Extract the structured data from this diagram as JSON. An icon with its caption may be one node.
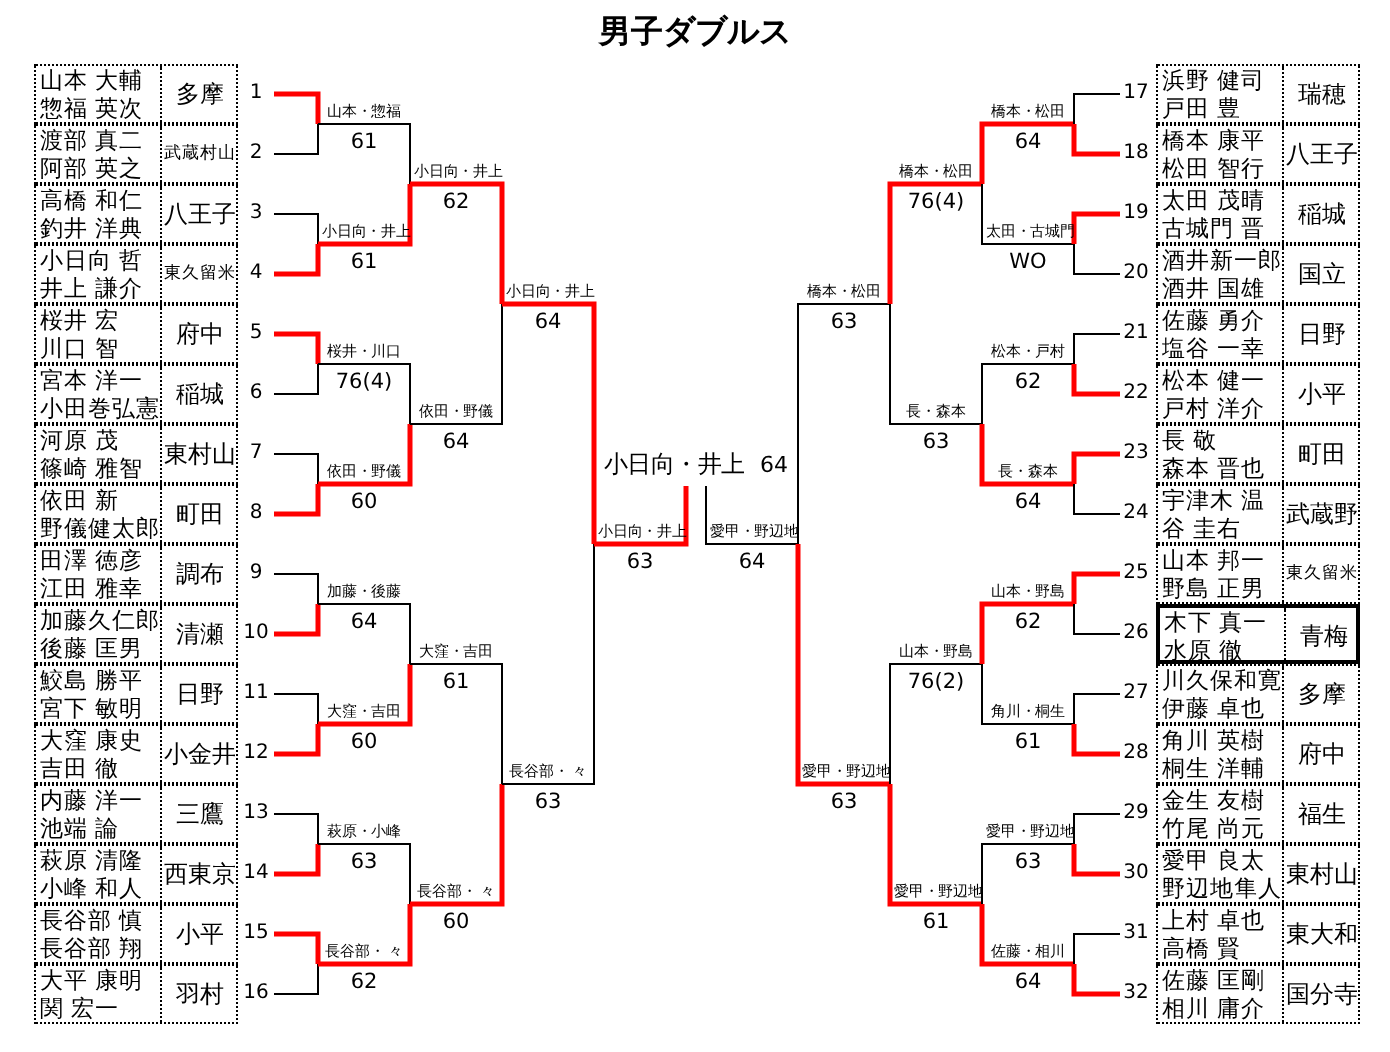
{
  "diagram": {
    "title": "男子ダブルス",
    "nodes": [
      {
        "text": [
          "山本 大輔",
          "惣福 英次",
          "多摩"
        ],
        "beside": [
          "1"
        ]
      },
      {
        "text": [
          "渡部 真二",
          "阿部 英之",
          "武蔵村山"
        ],
        "beside": [
          "2"
        ]
      },
      {
        "text": [
          "高橋 和仁",
          "釣井 洋典",
          "八王子"
        ],
        "beside": [
          "3"
        ]
      },
      {
        "text": [
          "小日向 哲",
          "井上 謙介",
          "東久留米"
        ],
        "beside": [
          "4"
        ]
      },
      {
        "text": [
          "桜井 宏",
          "川口 智",
          "府中"
        ],
        "beside": [
          "5"
        ]
      },
      {
        "text": [
          "宮本 洋一",
          "小田巻弘憲",
          "稲城"
        ],
        "beside": [
          "6"
        ]
      },
      {
        "text": [
          "河原 茂",
          "篠崎 雅智",
          "東村山"
        ],
        "beside": [
          "7"
        ]
      },
      {
        "text": [
          "依田 新",
          "野儀健太郎",
          "町田"
        ],
        "beside": [
          "8"
        ]
      },
      {
        "text": [
          "田澤 徳彦",
          "江田 雅幸",
          "調布"
        ],
        "beside": [
          "9"
        ]
      },
      {
        "text": [
          "加藤久仁郎",
          "後藤 匡男",
          "清瀬"
        ],
        "beside": [
          "10"
        ]
      },
      {
        "text": [
          "鮫島 勝平",
          "宮下 敏明",
          "日野"
        ],
        "beside": [
          "11"
        ]
      },
      {
        "text": [
          "大窪 康史",
          "吉田 徹",
          "小金井"
        ],
        "beside": [
          "12"
        ]
      },
      {
        "text": [
          "内藤 洋一",
          "池端 論",
          "三鷹"
        ],
        "beside": [
          "13"
        ]
      },
      {
        "text": [
          "萩原 清隆",
          "小峰 和人",
          "西東京"
        ],
        "beside": [
          "14"
        ]
      },
      {
        "text": [
          "長谷部 慎",
          "長谷部 翔",
          "小平"
        ],
        "beside": [
          "15"
        ]
      },
      {
        "text": [
          "大平 康明",
          "関 宏一",
          "羽村"
        ],
        "beside": [
          "16"
        ]
      },
      {
        "text": [
          "浜野 健司",
          "戸田 豊",
          "瑞穂"
        ],
        "beside": [
          "17"
        ]
      },
      {
        "text": [
          "橋本 康平",
          "松田 智行",
          "八王子"
        ],
        "beside": [
          "18"
        ]
      },
      {
        "text": [
          "太田 茂晴",
          "古城門 晋",
          "稲城"
        ],
        "beside": [
          "19"
        ]
      },
      {
        "text": [
          "酒井新一郎",
          "酒井 国雄",
          "国立"
        ],
        "beside": [
          "20"
        ]
      },
      {
        "text": [
          "佐藤 勇介",
          "塩谷 一幸",
          "日野"
        ],
        "beside": [
          "21"
        ]
      },
      {
        "text": [
          "松本 健一",
          "戸村 洋介",
          "小平"
        ],
        "beside": [
          "22"
        ]
      },
      {
        "text": [
          "長 敬",
          "森本 晋也",
          "町田"
        ],
        "beside": [
          "23"
        ]
      },
      {
        "text": [
          "宇津木 温",
          "谷 圭右",
          "武蔵野"
        ],
        "beside": [
          "24"
        ]
      },
      {
        "text": [
          "山本 邦一",
          "野島 正男",
          "東久留米"
        ],
        "beside": [
          "25"
        ]
      },
      {
        "text": [
          "木下 真一",
          "水原 徹",
          "青梅"
        ],
        "beside": [
          "26"
        ]
      },
      {
        "text": [
          "川久保和寛",
          "伊藤 卓也",
          "多摩"
        ],
        "beside": [
          "27"
        ]
      },
      {
        "text": [
          "角川 英樹",
          "桐生 洋輔",
          "府中"
        ],
        "beside": [
          "28"
        ]
      },
      {
        "text": [
          "金生 友樹",
          "竹尾 尚元",
          "福生"
        ],
        "beside": [
          "29"
        ]
      },
      {
        "text": [
          "愛甲 良太",
          "野辺地隼人",
          "東村山"
        ],
        "beside": [
          "30"
        ]
      },
      {
        "text": [
          "上村 卓也",
          "高橋 賢",
          "東大和"
        ],
        "beside": [
          "31"
        ]
      },
      {
        "text": [
          "佐藤 匡剛",
          "相川 庸介",
          "国分寺"
        ],
        "beside": [
          "32"
        ]
      },
      {
        "text": [
          "山本・惣福",
          "61"
        ]
      },
      {
        "text": [
          "小日向・井上",
          "61"
        ]
      },
      {
        "text": [
          "桜井・川口",
          "76(4)"
        ]
      },
      {
        "text": [
          "依田・野儀",
          "60"
        ]
      },
      {
        "text": [
          "加藤・後藤",
          "64"
        ]
      },
      {
        "text": [
          "大窪・吉田",
          "60"
        ]
      },
      {
        "text": [
          "萩原・小峰",
          "63"
        ]
      },
      {
        "text": [
          "長谷部・ 々",
          "62"
        ]
      },
      {
        "text": [
          "小日向・井上",
          "62"
        ]
      },
      {
        "text": [
          "依田・野儀",
          "64"
        ]
      },
      {
        "text": [
          "大窪・吉田",
          "61"
        ]
      },
      {
        "text": [
          "長谷部・ 々",
          "60"
        ]
      },
      {
        "text": [
          "小日向・井上",
          "64"
        ]
      },
      {
        "text": [
          "長谷部・ 々",
          "63"
        ]
      },
      {
        "text": [
          "小日向・井上",
          "63"
        ]
      },
      {
        "text": [
          "小日向・井上",
          "64"
        ]
      },
      {
        "text": [
          "愛甲・野辺地",
          "64"
        ]
      },
      {
        "text": [
          "橋本・松田",
          "63"
        ]
      },
      {
        "text": [
          "愛甲・野辺地",
          "63"
        ]
      },
      {
        "text": [
          "橋本・松田",
          "76(4)"
        ]
      },
      {
        "text": [
          "長・森本",
          "63"
        ]
      },
      {
        "text": [
          "山本・野島",
          "76(2)"
        ]
      },
      {
        "text": [
          "愛甲・野辺地",
          "61"
        ]
      },
      {
        "text": [
          "橋本・松田",
          "64"
        ]
      },
      {
        "text": [
          "太田・古城門",
          "WO"
        ]
      },
      {
        "text": [
          "松本・戸村",
          "62"
        ]
      },
      {
        "text": [
          "長・森本",
          "64"
        ]
      },
      {
        "text": [
          "山本・野島",
          "62"
        ]
      },
      {
        "text": [
          "角川・桐生",
          "61"
        ]
      },
      {
        "text": [
          "愛甲・野辺地",
          "63"
        ]
      },
      {
        "text": [
          "佐藤・相川",
          "64"
        ]
      }
    ],
    "edges": [
      {
        "from": 0,
        "to": 32,
        "arrow": "none",
        "style": "thick",
        "color": "#ff0000"
      },
      {
        "from": 1,
        "to": 32,
        "arrow": "none",
        "color": "#000000"
      },
      {
        "from": 2,
        "to": 33,
        "arrow": "none",
        "color": "#000000"
      },
      {
        "from": 3,
        "to": 33,
        "arrow": "none",
        "style": "thick",
        "color": "#ff0000"
      },
      {
        "from": 4,
        "to": 34,
        "arrow": "none",
        "style": "thick",
        "color": "#ff0000"
      },
      {
        "from": 5,
        "to": 34,
        "arrow": "none",
        "color": "#000000"
      },
      {
        "from": 6,
        "to": 35,
        "arrow": "none",
        "color": "#000000"
      },
      {
        "from": 7,
        "to": 35,
        "arrow": "none",
        "style": "thick",
        "color": "#ff0000"
      },
      {
        "from": 8,
        "to": 36,
        "arrow": "none",
        "color": "#000000"
      },
      {
        "from": 9,
        "to": 36,
        "arrow": "none",
        "style": "thick",
        "color": "#ff0000"
      },
      {
        "from": 10,
        "to": 37,
        "arrow": "none",
        "color": "#000000"
      },
      {
        "from": 11,
        "to": 37,
        "arrow": "none",
        "style": "thick",
        "color": "#ff0000"
      },
      {
        "from": 12,
        "to": 38,
        "arrow": "none",
        "color": "#000000"
      },
      {
        "from": 13,
        "to": 38,
        "arrow": "none",
        "style": "thick",
        "color": "#ff0000"
      },
      {
        "from": 14,
        "to": 39,
        "arrow": "none",
        "style": "thick",
        "color": "#ff0000"
      },
      {
        "from": 15,
        "to": 39,
        "arrow": "none",
        "color": "#000000"
      },
      {
        "from": 32,
        "to": 40,
        "arrow": "none",
        "color": "#000000"
      },
      {
        "from": 33,
        "to": 40,
        "arrow": "none",
        "style": "thick",
        "color": "#ff0000"
      },
      {
        "from": 34,
        "to": 41,
        "arrow": "none",
        "color": "#000000"
      },
      {
        "from": 35,
        "to": 41,
        "arrow": "none",
        "style": "thick",
        "color": "#ff0000"
      },
      {
        "from": 36,
        "to": 42,
        "arrow": "none",
        "color": "#000000"
      },
      {
        "from": 37,
        "to": 42,
        "arrow": "none",
        "style": "thick",
        "color": "#ff0000"
      },
      {
        "from": 38,
        "to": 43,
        "arrow": "none",
        "color": "#000000"
      },
      {
        "from": 39,
        "to": 43,
        "arrow": "none",
        "style": "thick",
        "color": "#ff0000"
      },
      {
        "from": 40,
        "to": 44,
        "arrow": "none",
        "style": "thick",
        "color": "#ff0000"
      },
      {
        "from": 41,
        "to": 44,
        "arrow": "none",
        "color": "#000000"
      },
      {
        "from": 42,
        "to": 45,
        "arrow": "none",
        "color": "#000000"
      },
      {
        "from": 43,
        "to": 45,
        "arrow": "none",
        "style": "thick",
        "color": "#ff0000"
      },
      {
        "from": 44,
        "to": 46,
        "arrow": "none",
        "style": "thick",
        "color": "#ff0000"
      },
      {
        "from": 45,
        "to": 46,
        "arrow": "none",
        "color": "#000000"
      },
      {
        "from": 46,
        "to": 47,
        "arrow": "none",
        "style": "thick",
        "color": "#ff0000"
      },
      {
        "from": 48,
        "to": 47,
        "arrow": "none",
        "color": "#000000"
      },
      {
        "from": 49,
        "to": 48,
        "arrow": "none",
        "color": "#000000"
      },
      {
        "from": 50,
        "to": 48,
        "arrow": "none",
        "style": "thick",
        "color": "#ff0000"
      },
      {
        "from": 51,
        "to": 49,
        "arrow": "none",
        "style": "thick",
        "color": "#ff0000"
      },
      {
        "from": 52,
        "to": 49,
        "arrow": "none",
        "color": "#000000"
      },
      {
        "from": 53,
        "to": 50,
        "arrow": "none",
        "color": "#000000"
      },
      {
        "from": 54,
        "to": 50,
        "arrow": "none",
        "style": "thick",
        "color": "#ff0000"
      },
      {
        "from": 55,
        "to": 51,
        "arrow": "none",
        "style": "thick",
        "color": "#ff0000"
      },
      {
        "from": 56,
        "to": 51,
        "arrow": "none",
        "color": "#000000"
      },
      {
        "from": 57,
        "to": 52,
        "arrow": "none",
        "color": "#000000"
      },
      {
        "from": 58,
        "to": 52,
        "arrow": "none",
        "style": "thick",
        "color": "#ff0000"
      },
      {
        "from": 59,
        "to": 53,
        "arrow": "none",
        "style": "thick",
        "color": "#ff0000"
      },
      {
        "from": 60,
        "to": 53,
        "arrow": "none",
        "color": "#000000"
      },
      {
        "from": 61,
        "to": 54,
        "arrow": "none",
        "color": "#000000"
      },
      {
        "from": 62,
        "to": 54,
        "arrow": "none",
        "style": "thick",
        "color": "#ff0000"
      },
      {
        "from": 16,
        "to": 55,
        "arrow": "none",
        "color": "#000000"
      },
      {
        "from": 17,
        "to": 55,
        "arrow": "none",
        "style": "thick",
        "color": "#ff0000"
      },
      {
        "from": 18,
        "to": 56,
        "arrow": "none",
        "style": "thick",
        "color": "#ff0000"
      },
      {
        "from": 19,
        "to": 56,
        "arrow": "none",
        "color": "#000000"
      },
      {
        "from": 20,
        "to": 57,
        "arrow": "none",
        "color": "#000000"
      },
      {
        "from": 21,
        "to": 57,
        "arrow": "none",
        "style": "thick",
        "color": "#ff0000"
      },
      {
        "from": 22,
        "to": 58,
        "arrow": "none",
        "style": "thick",
        "color": "#ff0000"
      },
      {
        "from": 23,
        "to": 58,
        "arrow": "none",
        "color": "#000000"
      },
      {
        "from": 24,
        "to": 59,
        "arrow": "none",
        "style": "thick",
        "color": "#ff0000"
      },
      {
        "from": 25,
        "to": 59,
        "arrow": "none",
        "color": "#000000"
      },
      {
        "from": 26,
        "to": 60,
        "arrow": "none",
        "color": "#000000"
      },
      {
        "from": 27,
        "to": 60,
        "arrow": "none",
        "style": "thick",
        "color": "#ff0000"
      },
      {
        "from": 28,
        "to": 61,
        "arrow": "none",
        "color": "#000000"
      },
      {
        "from": 29,
        "to": 61,
        "arrow": "none",
        "style": "thick",
        "color": "#ff0000"
      },
      {
        "from": 30,
        "to": 62,
        "arrow": "none",
        "color": "#000000"
      },
      {
        "from": 31,
        "to": 62,
        "arrow": "none",
        "style": "thick",
        "color": "#ff0000"
      }
    ]
  }
}
